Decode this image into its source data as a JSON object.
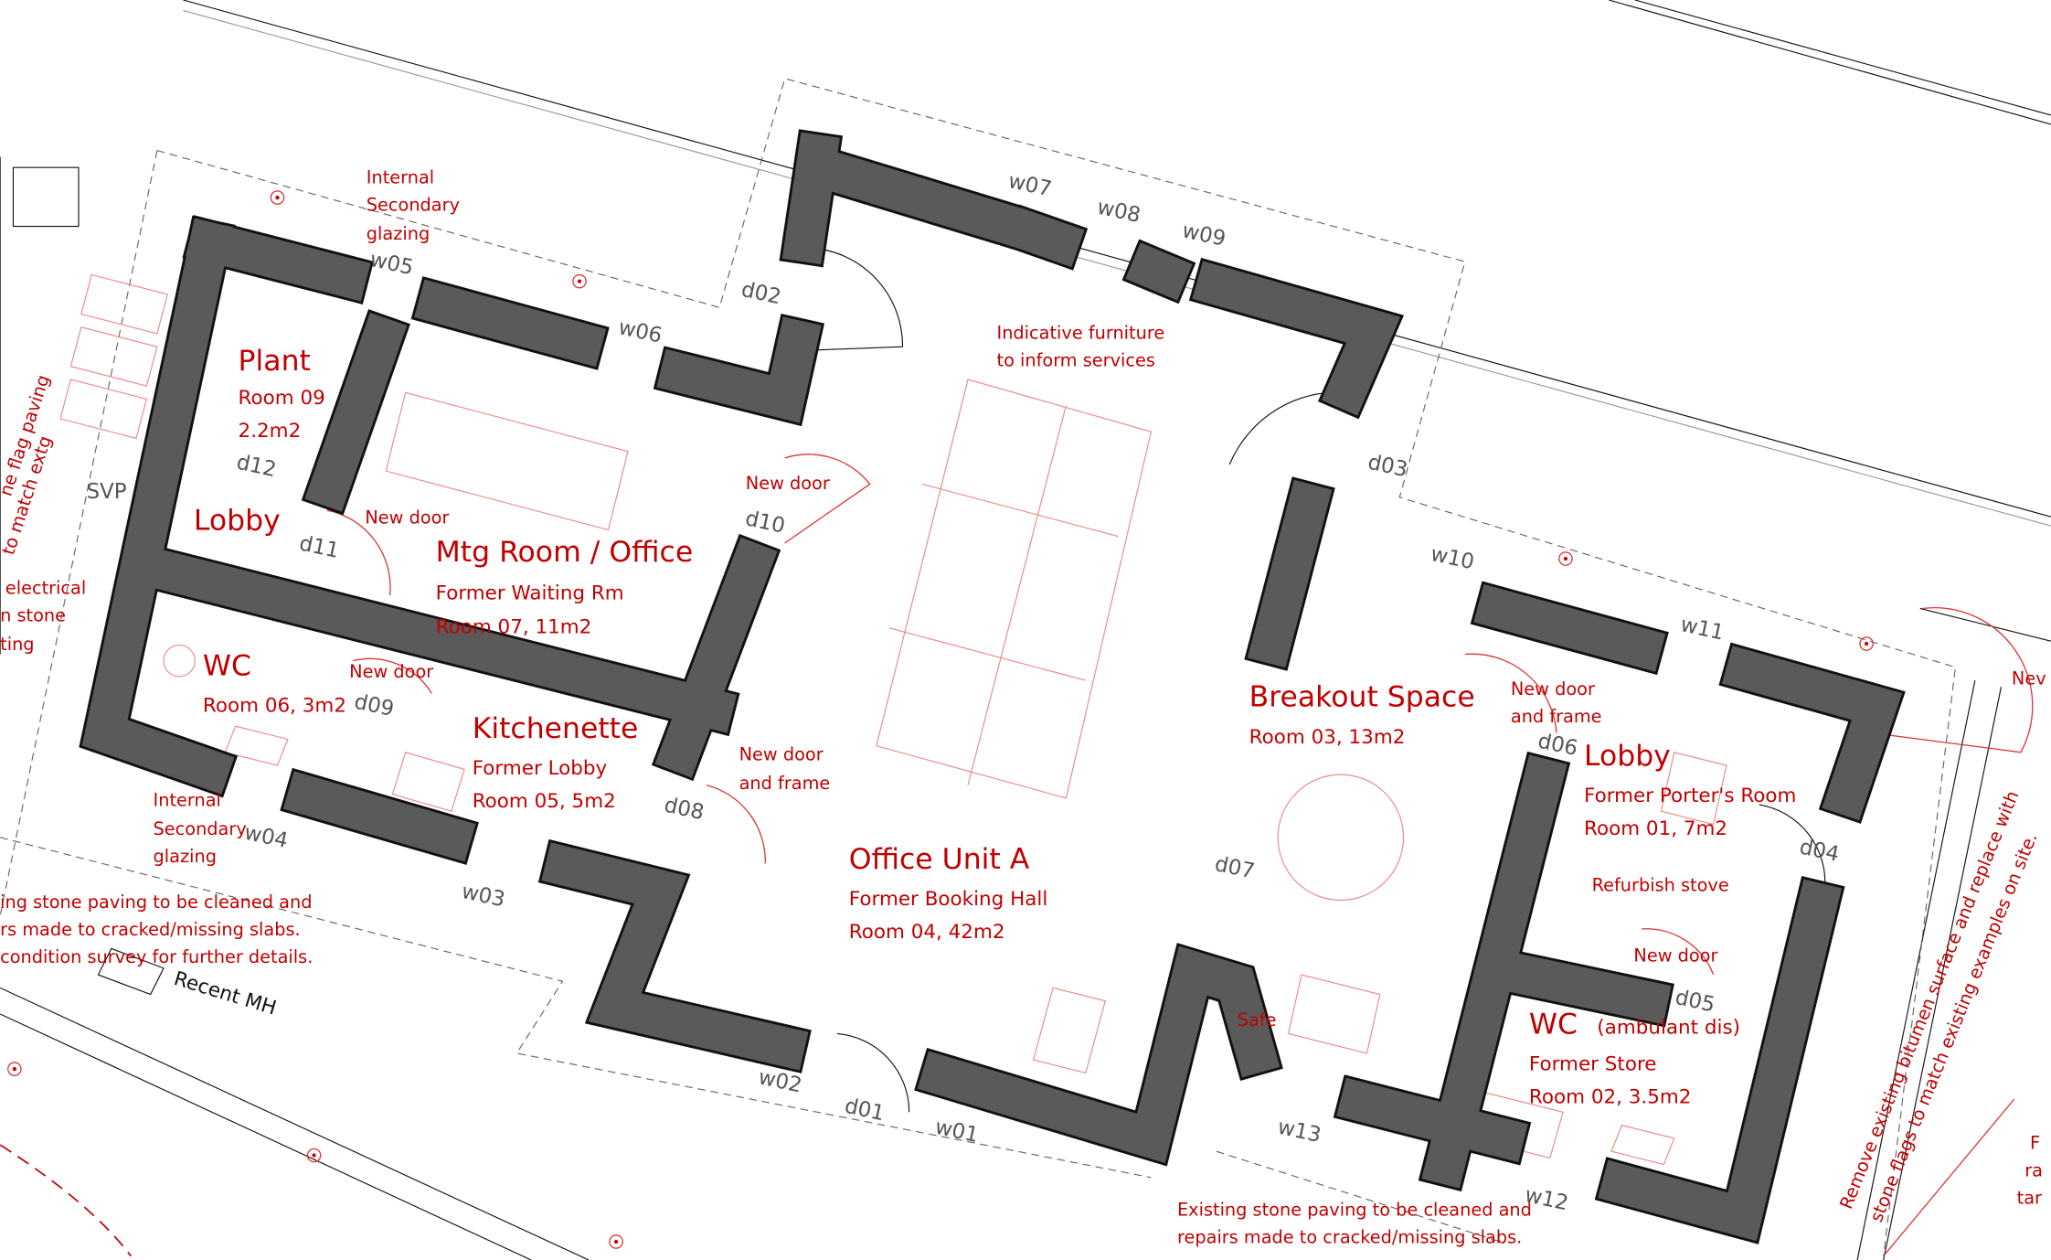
{
  "rooms": {
    "plant": {
      "name": "Plant",
      "room": "Room 09",
      "area": "2.2m2"
    },
    "lobby_left": {
      "name": "Lobby"
    },
    "mtg": {
      "name": "Mtg Room / Office",
      "former": "Former Waiting Rm",
      "room": "Room 07, 11m2"
    },
    "wc_left": {
      "name": "WC",
      "room": "Room 06, 3m2"
    },
    "kitchenette": {
      "name": "Kitchenette",
      "former": "Former Lobby",
      "room": "Room 05, 5m2"
    },
    "office": {
      "name": "Office Unit A",
      "former": "Former Booking Hall",
      "room": "Room 04, 42m2"
    },
    "breakout": {
      "name": "Breakout Space",
      "room": "Room 03, 13m2"
    },
    "lobby_right": {
      "name": "Lobby",
      "former": "Former Porter's Room",
      "room": "Room 01, 7m2"
    },
    "wc_right": {
      "name": "WC",
      "note": "(ambulant dis)",
      "former": "Former Store",
      "room": "Room 02, 3.5m2"
    }
  },
  "tags": {
    "w01": "w01",
    "w02": "w02",
    "w03": "w03",
    "w04": "w04",
    "w05": "w05",
    "w06": "w06",
    "w07": "w07",
    "w08": "w08",
    "w09": "w09",
    "w10": "w10",
    "w11": "w11",
    "w12": "w12",
    "w13": "w13",
    "d01": "d01",
    "d02": "d02",
    "d03": "d03",
    "d04": "d04",
    "d05": "d05",
    "d06": "d06",
    "d07": "d07",
    "d08": "d08",
    "d09": "d09",
    "d10": "d10",
    "d11": "d11",
    "d12": "d12",
    "svp": "SVP"
  },
  "notes": {
    "internal_glazing": [
      "Internal",
      "Secondary",
      "glazing"
    ],
    "new_door": "New door",
    "new_door_frame": [
      "New door",
      "and frame"
    ],
    "furniture": [
      "Indicative furniture",
      "to inform services"
    ],
    "refurbish_stove": "Refurbish stove",
    "safe": "Safe",
    "recent_mh": "Recent MH",
    "paving_left": [
      "ing stone paving to be cleaned and",
      "rs made to cracked/missing slabs.",
      "condition survey for further details."
    ],
    "paving_bottom": [
      "Existing stone paving to be cleaned and",
      "repairs made to cracked/missing slabs."
    ],
    "flag_left": [
      "ne flag paving",
      "to match extg"
    ],
    "electrical_left": [
      "electrical",
      "n stone",
      "ting"
    ],
    "bitumen": [
      "Remove existing bitumen surface and replace with",
      "stone flags to match existing examples on site."
    ],
    "edge_right": [
      "Nev",
      "F",
      "ra",
      "tar"
    ]
  },
  "colors": {
    "annotation": "#c00000",
    "wall": "#5a5a5a",
    "furniture": "#e88888"
  }
}
